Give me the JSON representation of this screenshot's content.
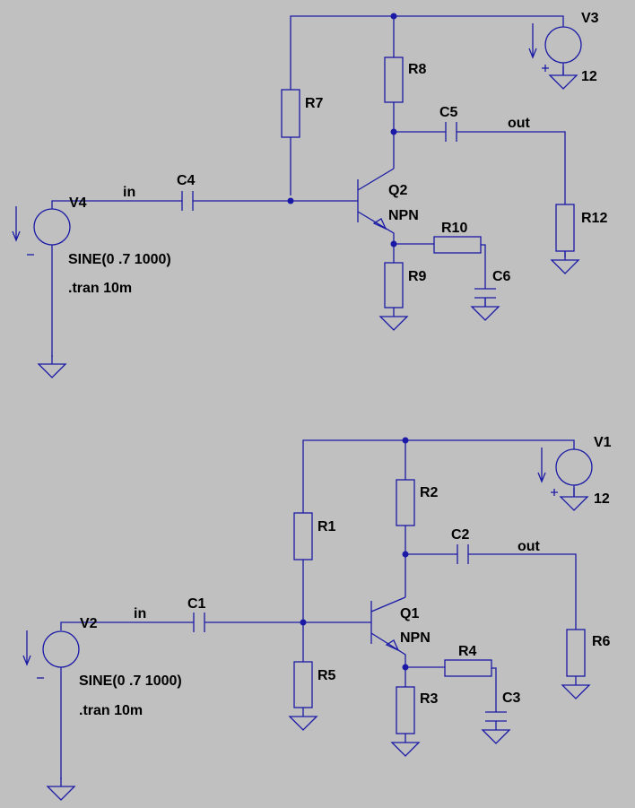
{
  "schematic_top": {
    "supply_name": "V3",
    "supply_value": "12",
    "source_name": "V4",
    "source_value": "SINE(0 .7 1000)",
    "directive": ".tran 10m",
    "net_in": "in",
    "net_out": "out",
    "transistor_name": "Q2",
    "transistor_type": "NPN",
    "r_collector": "R8",
    "r_bias_top": "R7",
    "r_emitter": "R9",
    "r_emitter_ac": "R10",
    "r_load": "R12",
    "c_input": "C4",
    "c_output": "C5",
    "c_emitter": "C6"
  },
  "schematic_bottom": {
    "supply_name": "V1",
    "supply_value": "12",
    "source_name": "V2",
    "source_value": "SINE(0 .7 1000)",
    "directive": ".tran 10m",
    "net_in": "in",
    "net_out": "out",
    "transistor_name": "Q1",
    "transistor_type": "NPN",
    "r_collector": "R2",
    "r_bias_top": "R1",
    "r_bias_bottom": "R5",
    "r_emitter": "R3",
    "r_emitter_ac": "R4",
    "r_load": "R6",
    "c_input": "C1",
    "c_output": "C2",
    "c_emitter": "C3"
  },
  "colors": {
    "background": "#c0c0c0",
    "wire": "#1a1aa6",
    "label": "#000000"
  }
}
